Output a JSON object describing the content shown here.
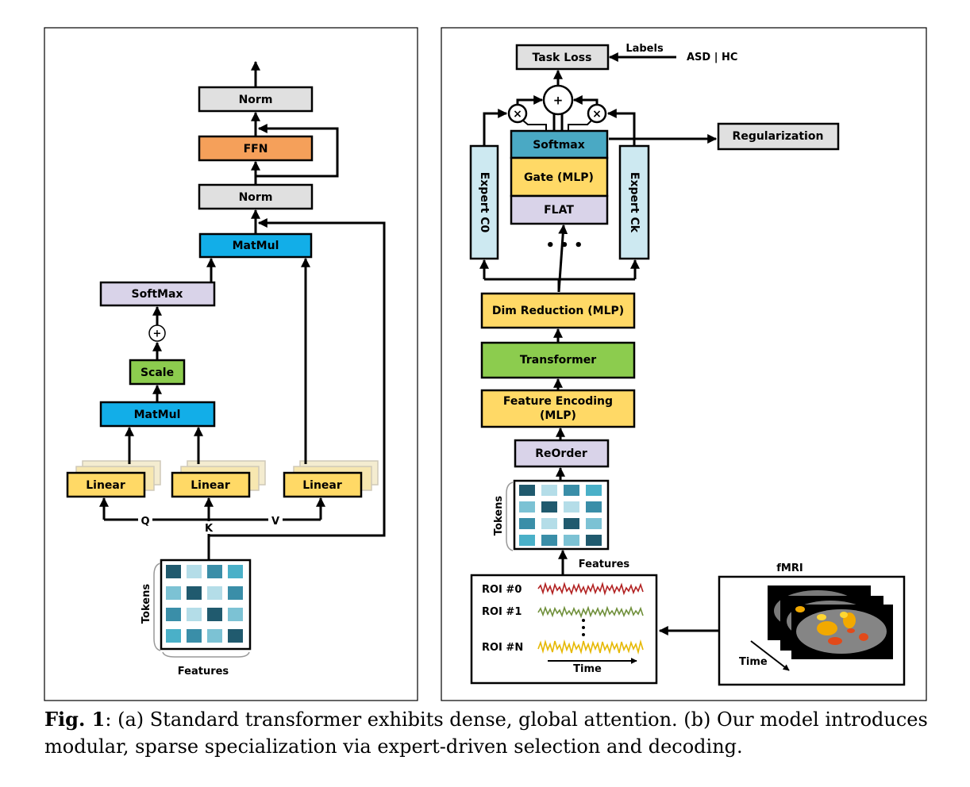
{
  "panel_a": {
    "norm_top": "Norm",
    "ffn": "FFN",
    "norm_mid": "Norm",
    "matmul_top": "MatMul",
    "softmax": "SoftMax",
    "plus": "+",
    "scale": "Scale",
    "matmul_low": "MatMul",
    "linear_q": "Linear",
    "linear_k": "Linear",
    "linear_v": "Linear",
    "q_label": "Q",
    "k_label": "K",
    "v_label": "V",
    "tokens": "Tokens",
    "features": "Features"
  },
  "panel_b": {
    "task_loss": "Task Loss",
    "labels": "Labels",
    "asd_hc": "ASD | HC",
    "plus": "+",
    "times_left": "×",
    "times_right": "×",
    "softmax": "Softmax",
    "gate": "Gate (MLP)",
    "flat": "FLAT",
    "regularization": "Regularization",
    "expert_c0": "Expert C0",
    "expert_ck": "Expert Ck",
    "dots": "• • •",
    "dim_reduction": "Dim Reduction (MLP)",
    "transformer": "Transformer",
    "feature_encoding_1": "Feature Encoding",
    "feature_encoding_2": "(MLP)",
    "reorder": "ReOrder",
    "tokens": "Tokens",
    "features": "Features",
    "roi0": "ROI #0",
    "roi1": "ROI #1",
    "roin": "ROI #N",
    "time": "Time",
    "fmri": "fMRI",
    "fmri_time": "Time"
  },
  "colors": {
    "gray": "#e0e0e0",
    "orange": "#f5a05a",
    "blue": "#12aee8",
    "lavender": "#d9d3e9",
    "green": "#8ccc4e",
    "yellow": "#ffd966",
    "teal": "#4aa9c4",
    "light_blue": "#cde9f1"
  },
  "caption": {
    "label": "Fig. 1",
    "text": ": (a) Standard transformer exhibits dense, global attention. (b) Our model introduces modular, sparse specialization via expert-driven selection and decoding."
  }
}
